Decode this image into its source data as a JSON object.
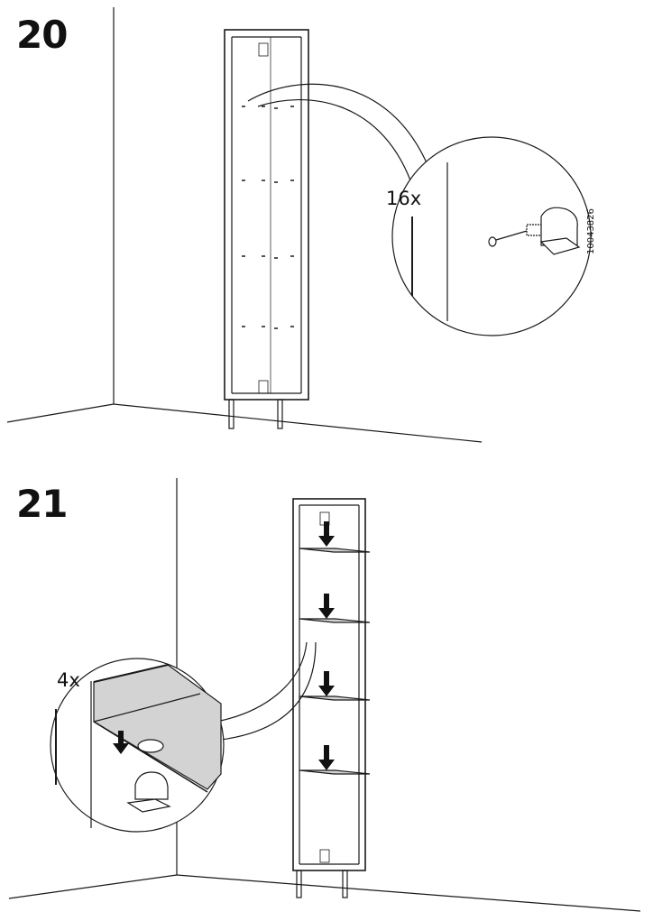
{
  "steps": [
    {
      "number": "20",
      "quantity": "16x",
      "part_code": "10043826"
    },
    {
      "number": "21",
      "quantity": "4x"
    }
  ],
  "colors": {
    "line": "#1a1a1a",
    "shelf": "#d3d3d3",
    "arrow": "#111111"
  }
}
